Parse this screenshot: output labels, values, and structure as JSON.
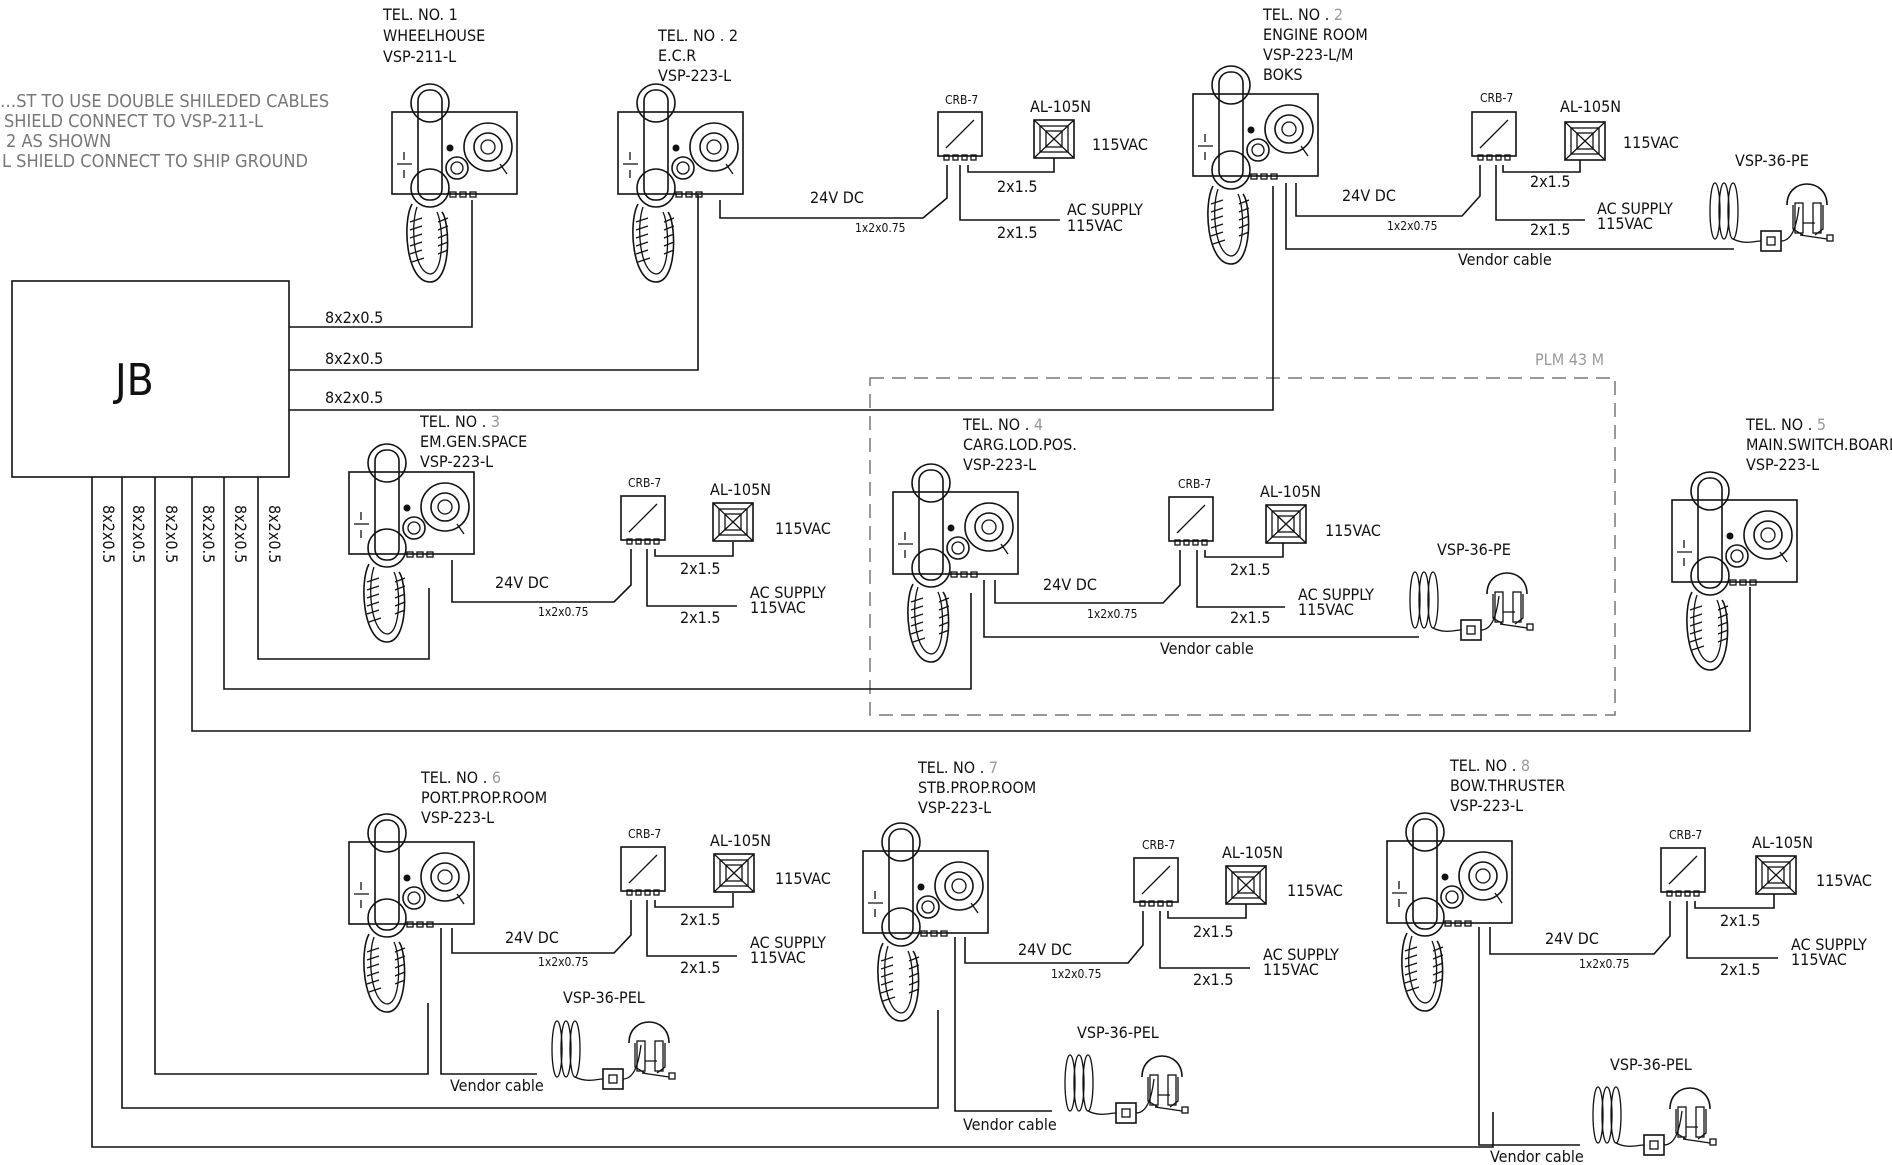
{
  "notes": [
    "…ST TO USE DOUBLE SHILEDED CABLES",
    "SHIELD  CONNECT TO VSP-211-L",
    "2 AS SHOWN",
    "L SHIELD CONNECT TO SHIP GROUND"
  ],
  "junction_box": "JB",
  "plm_label": "PLM 43 M",
  "stations": {
    "tel1": {
      "no": "TEL. NO. 1",
      "loc": "WHEELHOUSE",
      "model": "VSP-211-L"
    },
    "tel2": {
      "no": "TEL. NO . 2",
      "loc": "E.C.R",
      "model": "VSP-223-L"
    },
    "tel2b": {
      "no": "TEL. NO .",
      "num": "2",
      "loc": "ENGINE ROOM",
      "model": "VSP-223-L/M",
      "extra": "BOKS"
    },
    "tel3": {
      "no": "TEL. NO .",
      "num": "3",
      "loc": "EM.GEN.SPACE",
      "model": "VSP-223-L"
    },
    "tel4": {
      "no": "TEL. NO .",
      "num": "4",
      "loc": "CARG.LOD.POS.",
      "model": "VSP-223-L"
    },
    "tel5": {
      "no": "TEL. NO .",
      "num": "5",
      "loc": "MAIN.SWITCH.BOARD",
      "model": "VSP-223-L"
    },
    "tel6": {
      "no": "TEL. NO .",
      "num": "6",
      "loc": "PORT.PROP.ROOM",
      "model": "VSP-223-L"
    },
    "tel7": {
      "no": "TEL. NO .",
      "num": "7",
      "loc": "STB.PROP.ROOM",
      "model": "VSP-223-L"
    },
    "tel8": {
      "no": "TEL. NO .",
      "num": "8",
      "loc": "BOW.THRUSTER",
      "model": "VSP-223-L"
    }
  },
  "equipment": {
    "relay": "CRB-7",
    "alarm": "AL-105N",
    "voltage": "115VAC",
    "dc": "24V DC",
    "ac_supply_1": "AC  SUPPLY",
    "ac_supply_2": "115VAC",
    "headset_pe": "VSP-36-PE",
    "headset_pel": "VSP-36-PEL"
  },
  "cables": {
    "main": "8x2x0.5",
    "signal": "1x2x0.75",
    "power": "2x1.5",
    "vendor": "Vendor cable"
  },
  "colors": {
    "line": "#111111",
    "muted": "#999999",
    "background": "#ffffff"
  }
}
